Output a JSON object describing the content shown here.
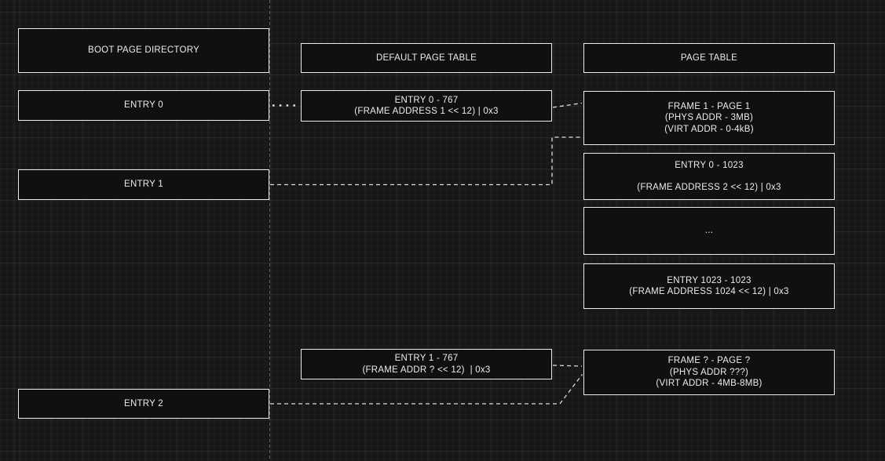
{
  "app": {
    "type": "diagram-canvas"
  },
  "colors": {
    "background": "#171717",
    "shape_fill": "#101011",
    "shape_stroke": "#ececec",
    "text": "#ececec",
    "connector": "#e8e8e8"
  },
  "diagram": {
    "boot_page_directory": {
      "header": "BOOT PAGE DIRECTORY",
      "entries": [
        "ENTRY 0",
        "ENTRY 1",
        "ENTRY 2"
      ]
    },
    "default_page_table": {
      "header": "DEFAULT PAGE TABLE",
      "entry0": {
        "lines": [
          "ENTRY 0 - 767",
          "(FRAME ADDRESS 1 << 12) | 0x3"
        ]
      },
      "entry1": {
        "lines": [
          "ENTRY 1 - 767",
          "(FRAME ADDR ? << 12)  | 0x3"
        ]
      }
    },
    "page_table": {
      "header": "PAGE TABLE",
      "frame1": {
        "lines": [
          "FRAME 1 - PAGE 1",
          "(PHYS ADDR - 3MB)",
          "(VIRT ADDR - 0-4kB)"
        ]
      },
      "entry0": {
        "lines": [
          "ENTRY 0 - 1023",
          "(FRAME ADDRESS 2 << 12) | 0x3"
        ]
      },
      "ellipsis": "...",
      "entry1023": {
        "lines": [
          "ENTRY 1023 - 1023",
          "(FRAME ADDRESS 1024 << 12) | 0x3"
        ]
      },
      "frame_q": {
        "lines": [
          "FRAME ? - PAGE ?",
          "(PHYS ADDR ???)",
          "(VIRT ADDR - 4MB-8MB)"
        ]
      }
    },
    "connectors": [
      {
        "from": "boot-entry-0",
        "to": "default-page-table-entry-0",
        "style": "dotted"
      },
      {
        "from": "default-page-table-entry-0",
        "to": "page-table-frame-1",
        "style": "dashed"
      },
      {
        "from": "boot-entry-1",
        "to": "page-table-frame-1",
        "style": "dashed"
      },
      {
        "from": "default-page-table-entry-1",
        "to": "page-table-frame-q",
        "style": "dashed"
      },
      {
        "from": "boot-entry-2",
        "to": "page-table-frame-q",
        "style": "dashed"
      }
    ],
    "divider": {
      "orientation": "vertical",
      "style": "dashed"
    }
  }
}
